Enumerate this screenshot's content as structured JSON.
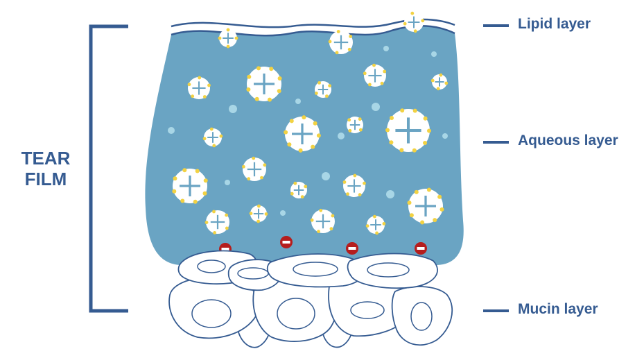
{
  "tear_film_label": {
    "line1": "TEAR",
    "line2": "FILM"
  },
  "layers": {
    "lipid": "Lipid layer",
    "aqueous": "Aqueous layer",
    "mucin": "Mucin layer"
  },
  "colors": {
    "text": "#355b91",
    "bracket": "#355b91",
    "aqueous": "#6aa4c3",
    "cell_outline": "#355b91",
    "droplet": "#ffffff",
    "yellow_dots": "#f2d243",
    "small_bubbles": "#a8d6e6",
    "plus_sign": "#6aa4c3",
    "mucin_charge": "#b51d1d"
  },
  "icons": {
    "positive_charge": "plus-sign-droplet-icon",
    "negative_charge": "minus-sign-charge-icon"
  }
}
